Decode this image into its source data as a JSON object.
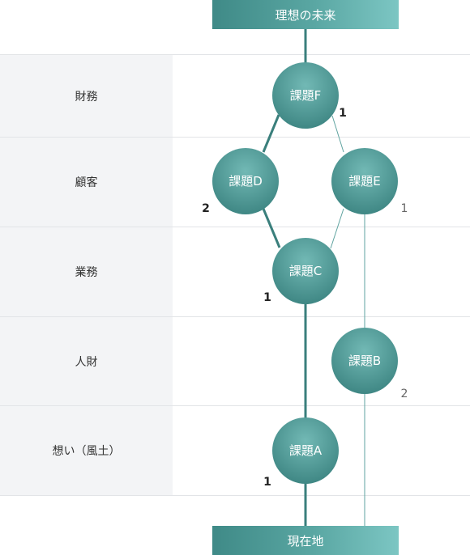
{
  "top_banner": "理想の未来",
  "bottom_banner": "現在地",
  "rows": [
    {
      "id": "zaimu",
      "label": "財務"
    },
    {
      "id": "kokyaku",
      "label": "顧客"
    },
    {
      "id": "gyomu",
      "label": "業務"
    },
    {
      "id": "jinzai",
      "label": "人財"
    },
    {
      "id": "omoi",
      "label": "想い（風土）"
    }
  ],
  "nodes": {
    "f": {
      "label": "課題F",
      "count": "1"
    },
    "d": {
      "label": "課題D",
      "count": "2"
    },
    "e": {
      "label": "課題E",
      "count": "1"
    },
    "c": {
      "label": "課題C",
      "count": "1"
    },
    "b": {
      "label": "課題B",
      "count": "2"
    },
    "a": {
      "label": "課題A",
      "count": "1"
    }
  },
  "colors": {
    "primary_teal": "#3f8a87",
    "light_teal": "#7cc6c3",
    "row_label_bg": "#f3f4f6",
    "count_bold": "#222222",
    "count_light": "#666666"
  }
}
